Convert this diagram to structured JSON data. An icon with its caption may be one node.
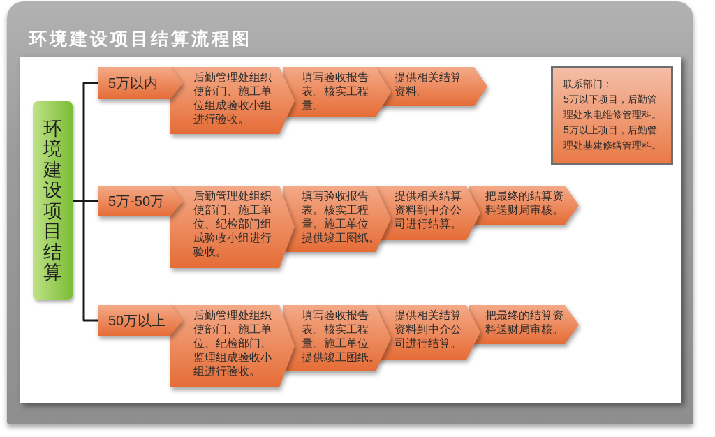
{
  "diagram": {
    "title": "环境建设项目结算流程图",
    "nodes": [
      {
        "text": [
          "环境建设项目结算"
        ]
      },
      {
        "text": [
          "5万以内"
        ]
      },
      {
        "text": [
          "后勤管理处组织使部门、施工单位组成验收小组进行验收。"
        ]
      },
      {
        "text": [
          "填写验收报告表。核实工程量。"
        ]
      },
      {
        "text": [
          "提供相关结算资料。"
        ]
      },
      {
        "text": [
          "5万-50万"
        ]
      },
      {
        "text": [
          "后勤管理处组织使部门、施工单位、纪检部门组成验收小组进行验收。"
        ]
      },
      {
        "text": [
          "填写验收报告表。核实工程量。施工单位提供竣工图纸。"
        ]
      },
      {
        "text": [
          "提供相关结算资料到中介公司进行结算。"
        ]
      },
      {
        "text": [
          "把最终的结算资料送财局审核。"
        ]
      },
      {
        "text": [
          "50万以上"
        ]
      },
      {
        "text": [
          "后勤管理处组织使部门、施工单位、纪检部门、监理组成验收小组进行验收。"
        ]
      },
      {
        "text": [
          "填写验收报告表。核实工程量。施工单位提供竣工图纸。"
        ]
      },
      {
        "text": [
          "提供相关结算资料到中介公司进行结算。"
        ]
      },
      {
        "text": [
          "把最终的结算资料送财局审核。"
        ]
      },
      {
        "text": [
          "联系部门：",
          "5万以下项目，后勤管理处水电维修管理科。",
          "5万以上项目，后勤管理处基建修缮管理科。"
        ]
      }
    ],
    "edges": [
      {
        "from": 0,
        "to": 1,
        "arrow": "none"
      },
      {
        "from": 0,
        "to": 5,
        "arrow": "none"
      },
      {
        "from": 0,
        "to": 10,
        "arrow": "none"
      }
    ]
  }
}
